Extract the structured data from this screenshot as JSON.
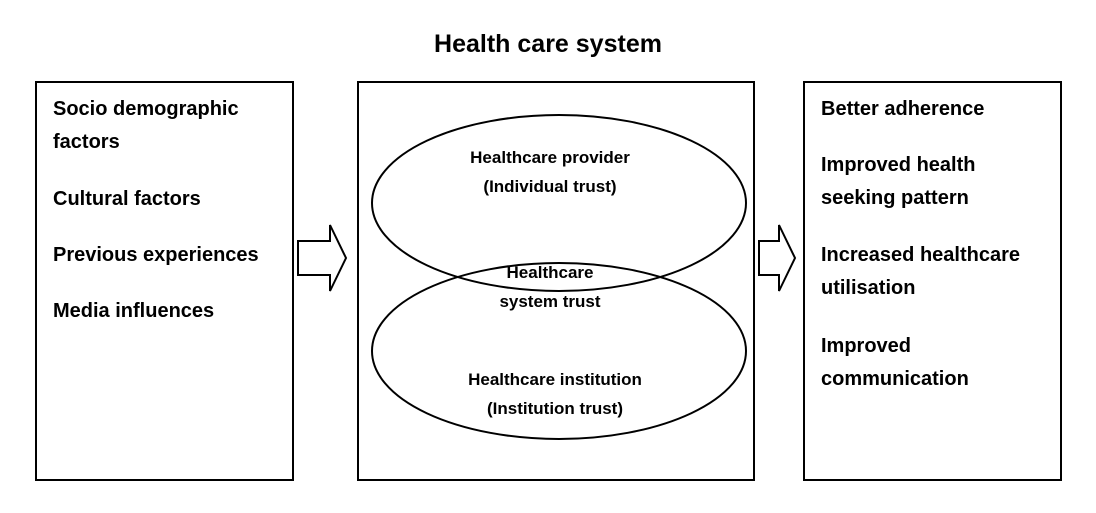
{
  "title": "Health care system",
  "left_box": {
    "items": [
      "Socio demographic factors",
      "Cultural factors",
      "Previous experiences",
      "Media influences"
    ]
  },
  "center_box": {
    "top_ellipse": {
      "line1": "Healthcare provider",
      "line2": "(Individual trust)"
    },
    "overlap": {
      "line1": "Healthcare",
      "line2": "system trust"
    },
    "bottom_ellipse": {
      "line1": "Healthcare institution",
      "line2": "(Institution trust)"
    }
  },
  "right_box": {
    "items": [
      "Better adherence",
      "Improved health seeking pattern",
      "Increased healthcare utilisation",
      "Improved communication"
    ]
  }
}
